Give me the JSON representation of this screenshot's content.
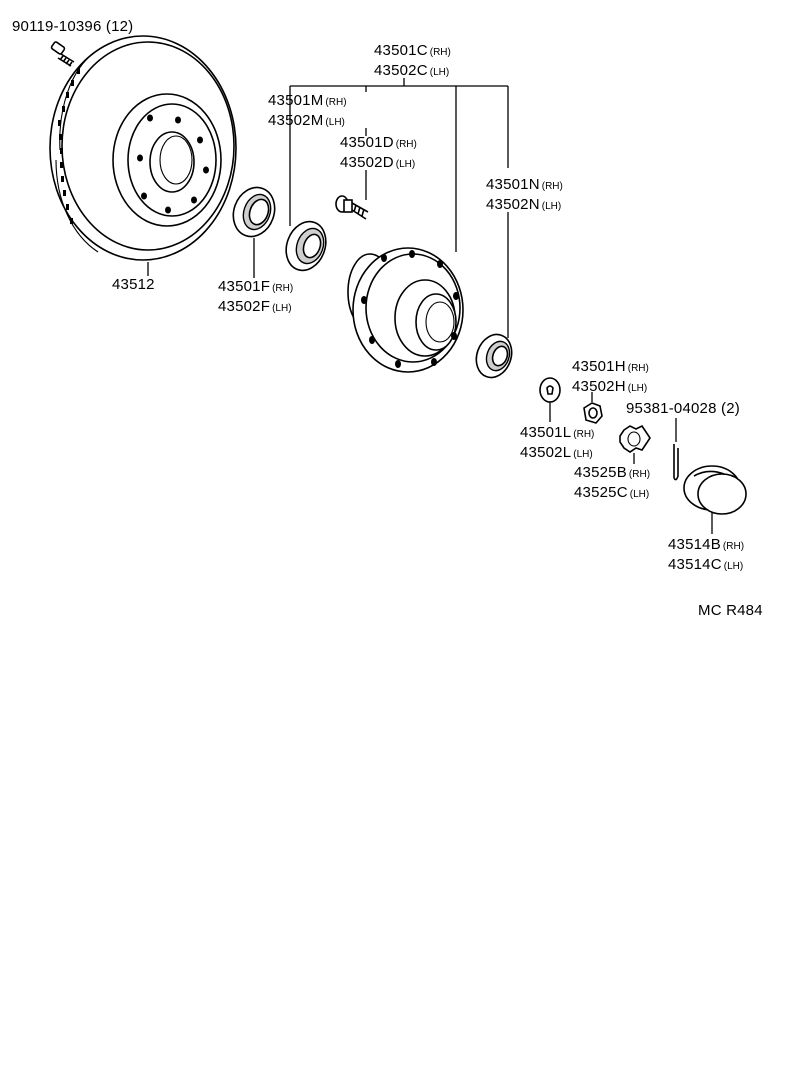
{
  "labels": {
    "bolt": {
      "part": "90119-10396",
      "qty": "(12)"
    },
    "rotor": {
      "part": "43512"
    },
    "hub_assy": {
      "rh": "43501C",
      "rh_sfx": "(RH)",
      "lh": "43502C",
      "lh_sfx": "(LH)"
    },
    "hub_sub_m": {
      "rh": "43501M",
      "rh_sfx": "(RH)",
      "lh": "43502M",
      "lh_sfx": "(LH)"
    },
    "hub_bolt": {
      "rh": "43501D",
      "rh_sfx": "(RH)",
      "lh": "43502D",
      "lh_sfx": "(LH)"
    },
    "outer_bearing": {
      "rh": "43501N",
      "rh_sfx": "(RH)",
      "lh": "43502N",
      "lh_sfx": "(LH)"
    },
    "oil_seal": {
      "rh": "43501F",
      "rh_sfx": "(RH)",
      "lh": "43502F",
      "lh_sfx": "(LH)"
    },
    "nut": {
      "rh": "43501H",
      "rh_sfx": "(RH)",
      "lh": "43502H",
      "lh_sfx": "(LH)"
    },
    "washer": {
      "rh": "43501L",
      "rh_sfx": "(RH)",
      "lh": "43502L",
      "lh_sfx": "(LH)"
    },
    "cotter_pin": {
      "part": "95381-04028",
      "qty": "(2)"
    },
    "lock_cap": {
      "rh": "43525B",
      "rh_sfx": "(RH)",
      "lh": "43525C",
      "lh_sfx": "(LH)"
    },
    "grease_cap": {
      "rh": "43514B",
      "rh_sfx": "(RH)",
      "lh": "43514C",
      "lh_sfx": "(LH)"
    },
    "ref_code": "MC R484"
  }
}
